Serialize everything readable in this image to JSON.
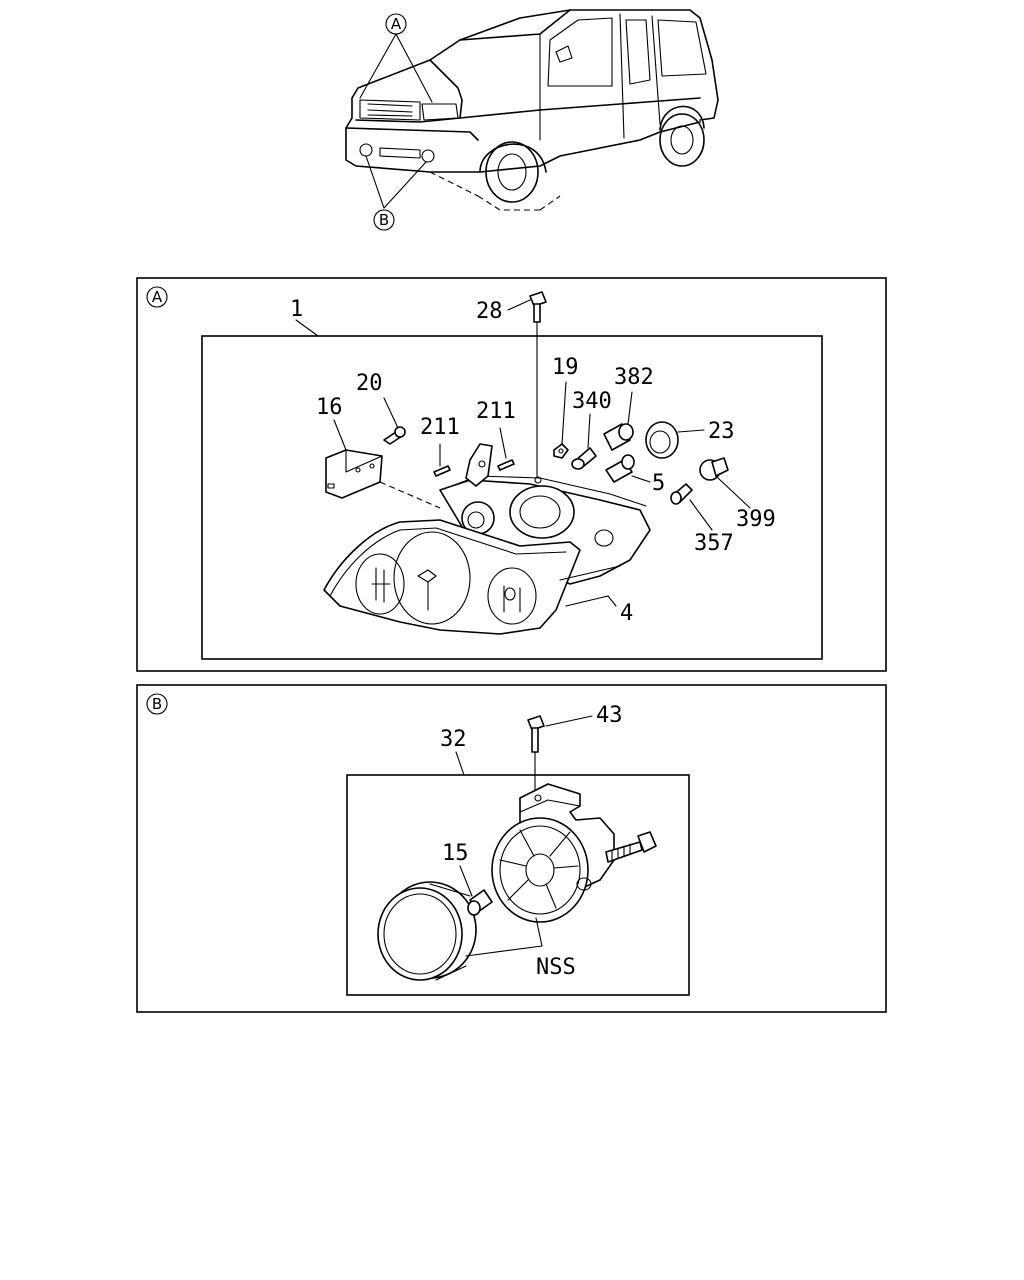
{
  "overview": {
    "marker_a": "A",
    "marker_b": "B"
  },
  "panel_a": {
    "marker": "A",
    "callouts": {
      "c1": "1",
      "c28": "28",
      "c20": "20",
      "c16": "16",
      "c211a": "211",
      "c211b": "211",
      "c19": "19",
      "c340": "340",
      "c382": "382",
      "c23": "23",
      "c5": "5",
      "c399": "399",
      "c357": "357",
      "c4": "4"
    }
  },
  "panel_b": {
    "marker": "B",
    "callouts": {
      "c43": "43",
      "c32": "32",
      "c15": "15",
      "nss": "NSS"
    }
  }
}
